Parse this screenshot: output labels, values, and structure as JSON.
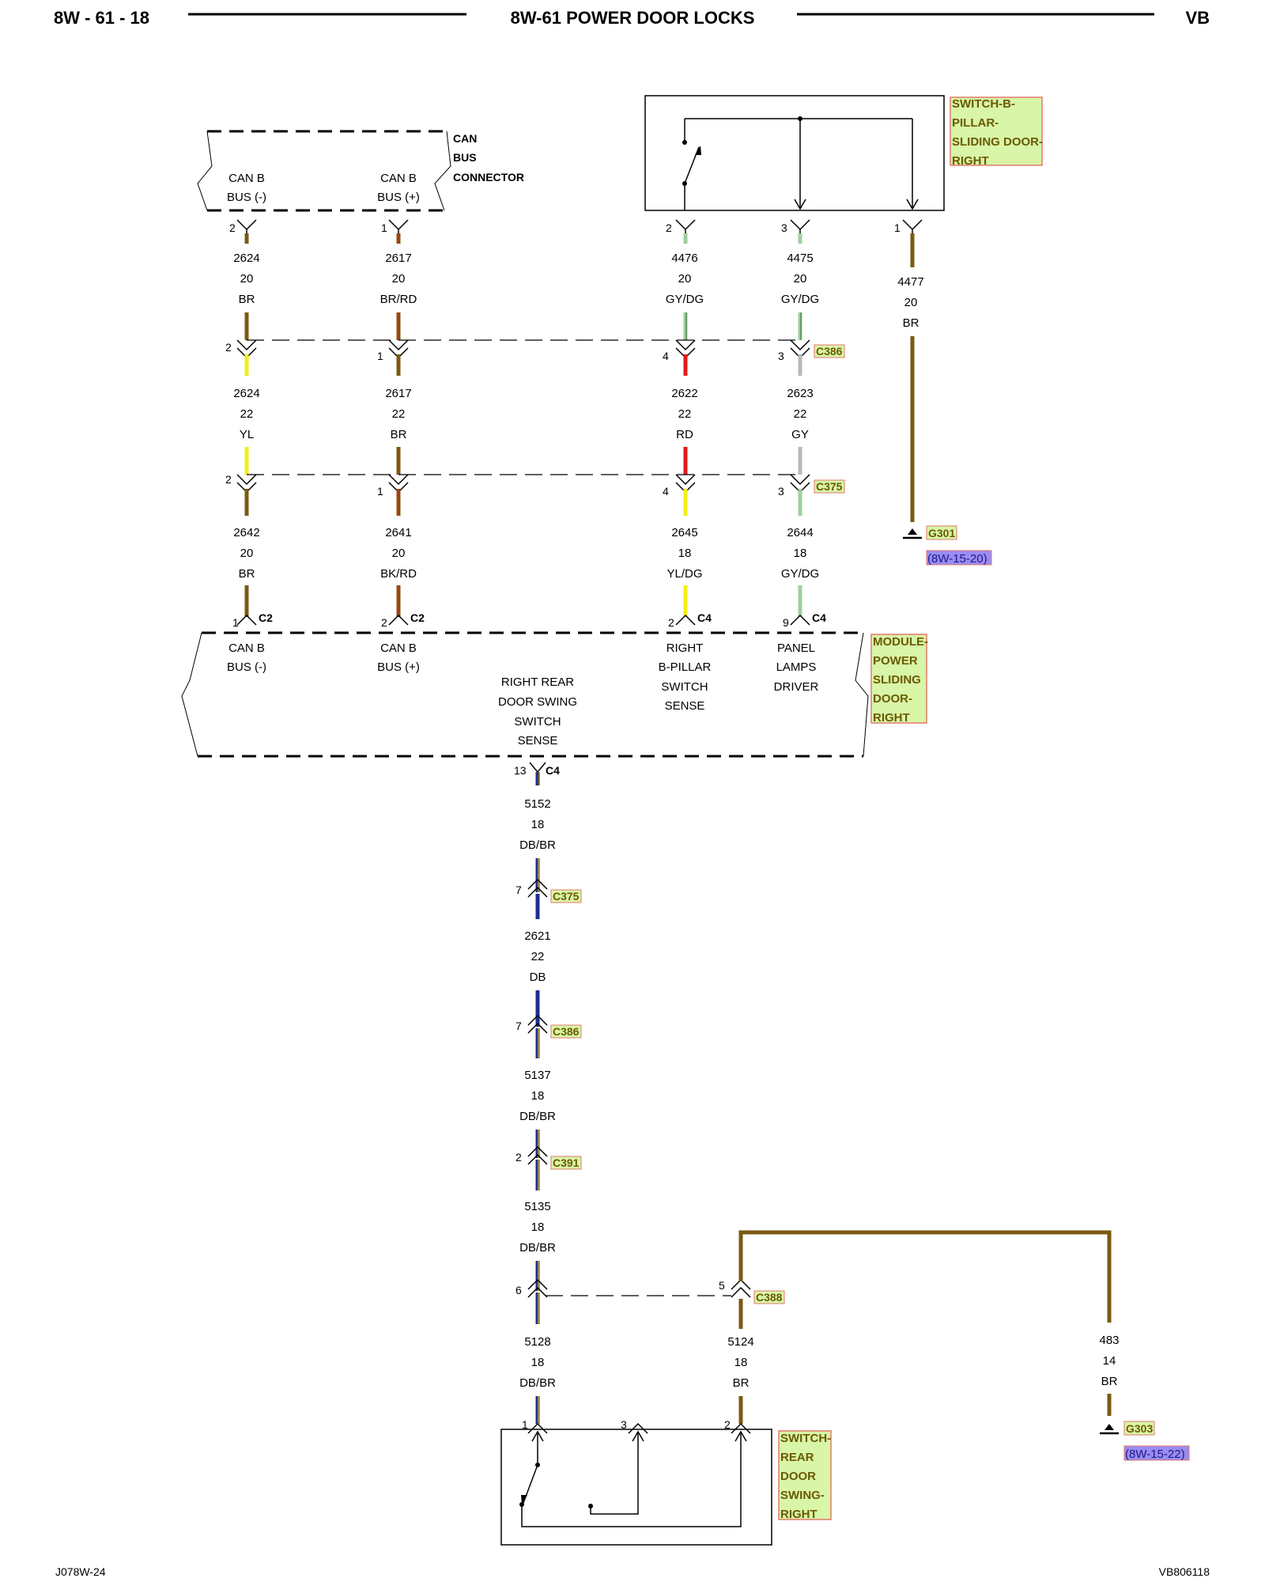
{
  "header": {
    "page_number": "8W - 61 - 18",
    "title": "8W-61 POWER DOOR LOCKS",
    "code": "VB"
  },
  "footer": {
    "left": "J078W-24",
    "right": "VB806118"
  },
  "colors": {
    "BR": "#7a5a12",
    "YL": "#f2ee1a",
    "RD": "#e11b1b",
    "GY": "#b8b8b8",
    "GY_DG_base": "#9ecf9e",
    "DB": "#1b2f8f",
    "BK": "#222222",
    "tag_bg": "#d8f5a8",
    "tag_border": "#e27a6a",
    "link_bg": "#9b8cf0"
  },
  "components": {
    "can_bus_connector": {
      "name_lines": [
        "CAN",
        "BUS",
        "CONNECTOR"
      ],
      "pin_labels": [
        [
          "CAN B",
          "BUS (-)"
        ],
        [
          "CAN B",
          "BUS (+)"
        ]
      ]
    },
    "switch_b_pillar": {
      "name_lines": [
        "SWITCH-B-",
        "PILLAR-",
        "SLIDING DOOR-",
        "RIGHT"
      ]
    },
    "module": {
      "name_lines": [
        "MODULE-",
        "POWER",
        "SLIDING",
        "DOOR-",
        "RIGHT"
      ],
      "pin_labels": {
        "can_minus": [
          "CAN B",
          "BUS (-)"
        ],
        "can_plus": [
          "CAN B",
          "BUS (+)"
        ],
        "rear_swing": [
          "RIGHT REAR",
          "DOOR SWING",
          "SWITCH",
          "SENSE"
        ],
        "b_pillar": [
          "RIGHT",
          "B-PILLAR",
          "SWITCH",
          "SENSE"
        ],
        "panel": [
          "PANEL",
          "LAMPS",
          "DRIVER"
        ]
      }
    },
    "switch_rear_door": {
      "name_lines": [
        "SWITCH-",
        "REAR",
        "DOOR",
        "SWING-",
        "RIGHT"
      ]
    }
  },
  "connectors": {
    "c386": "C386",
    "c375": "C375",
    "c388": "C388",
    "c391": "C391",
    "c2": "C2",
    "c4": "C4"
  },
  "grounds": {
    "g301": {
      "name": "G301",
      "ref": "(8W-15-20)"
    },
    "g303": {
      "name": "G303",
      "ref": "(8W-15-22)"
    }
  },
  "wires": {
    "w2624a": [
      "2624",
      "20",
      "BR"
    ],
    "w2617a": [
      "2617",
      "20",
      "BR/RD"
    ],
    "w4476": [
      "4476",
      "20",
      "GY/DG"
    ],
    "w4475": [
      "4475",
      "20",
      "GY/DG"
    ],
    "w4477": [
      "4477",
      "20",
      "BR"
    ],
    "w2624b": [
      "2624",
      "22",
      "YL"
    ],
    "w2617b": [
      "2617",
      "22",
      "BR"
    ],
    "w2622": [
      "2622",
      "22",
      "RD"
    ],
    "w2623": [
      "2623",
      "22",
      "GY"
    ],
    "w2642": [
      "2642",
      "20",
      "BR"
    ],
    "w2641": [
      "2641",
      "20",
      "BK/RD"
    ],
    "w2645": [
      "2645",
      "18",
      "YL/DG"
    ],
    "w2644": [
      "2644",
      "18",
      "GY/DG"
    ],
    "w5152": [
      "5152",
      "18",
      "DB/BR"
    ],
    "w2621": [
      "2621",
      "22",
      "DB"
    ],
    "w5137": [
      "5137",
      "18",
      "DB/BR"
    ],
    "w5135": [
      "5135",
      "18",
      "DB/BR"
    ],
    "w5128": [
      "5128",
      "18",
      "DB/BR"
    ],
    "w5124": [
      "5124",
      "18",
      "BR"
    ],
    "w483": [
      "483",
      "14",
      "BR"
    ]
  },
  "pins": {
    "can_top": [
      "2",
      "1"
    ],
    "switch_b": [
      "2",
      "3",
      "1"
    ],
    "c386_top": [
      "2",
      "1",
      "4",
      "3"
    ],
    "c375_top": [
      "2",
      "1",
      "4",
      "3"
    ],
    "module_top": [
      "1",
      "2",
      "2",
      "9"
    ],
    "module_bottom": "13",
    "c375_lower": "7",
    "c386_lower": "7",
    "c391": "2",
    "c388": [
      "6",
      "5"
    ],
    "switch_rear": [
      "1",
      "3",
      "2"
    ]
  }
}
